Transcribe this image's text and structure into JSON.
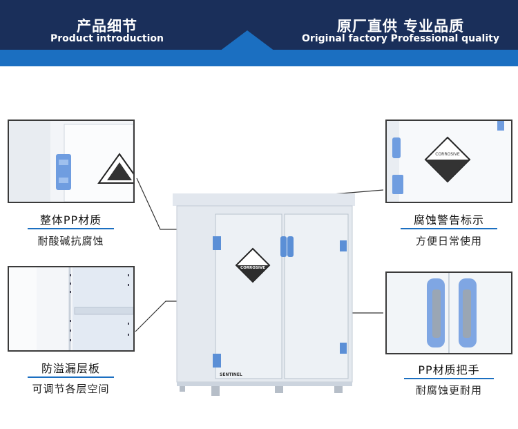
{
  "banner": {
    "left": {
      "cn": "产品细节",
      "en": "Product introduction"
    },
    "right": {
      "cn": "原厂直供 专业品质",
      "en": "Original factory Professional quality"
    }
  },
  "features": [
    {
      "title": "整体PP材质",
      "subtitle": "耐酸碱抗腐蚀"
    },
    {
      "title": "防溢漏层板",
      "subtitle": "可调节各层空间"
    },
    {
      "title": "腐蚀警告标示",
      "subtitle": "方便日常使用"
    },
    {
      "title": "PP材质把手",
      "subtitle": "耐腐蚀更耐用"
    }
  ],
  "cabinet": {
    "brand": "SENTINEL",
    "label_text": "CORROSIVE"
  },
  "thumb_label": {
    "text": "CORROSIVE"
  },
  "colors": {
    "navy": "#1a2f5a",
    "blue": "#1b6fc1",
    "hinge": "#5b8fd6"
  }
}
